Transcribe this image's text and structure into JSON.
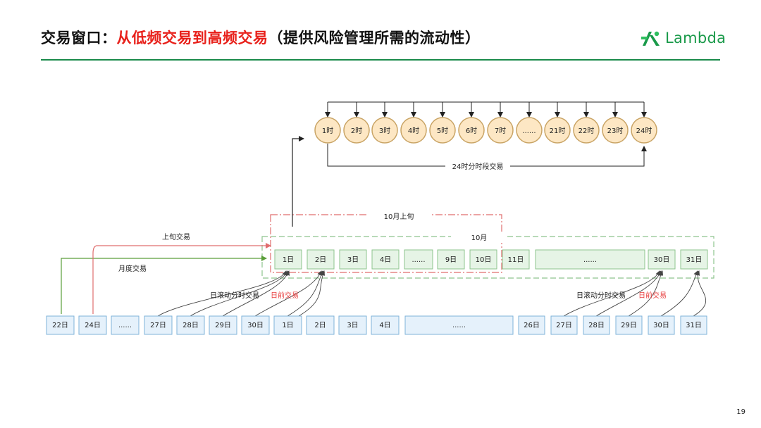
{
  "title": {
    "prefix": "交易窗口：",
    "highlight": "从低频交易到高频交易",
    "suffix": "（提供风险管理所需的流动性）"
  },
  "logo": {
    "text": "Lambda"
  },
  "page_number": "19",
  "colors": {
    "title_accent": "#e8201a",
    "brand_green": "#1a9a4a",
    "hour_fill": "#fde7c4",
    "hour_stroke": "#c9a465",
    "day_fill": "#e5f1fb",
    "day_stroke": "#7fb3d9",
    "month_fill": "#e6f4e6",
    "month_stroke": "#8ec48e",
    "dekad_stroke": "#e06d6d",
    "month_arrow": "#5a9e3a",
    "dekad_arrow": "#e06d6d",
    "red_note": "#e84040"
  },
  "hours": {
    "items": [
      "1时",
      "2时",
      "3时",
      "4时",
      "5时",
      "6时",
      "7时",
      "......",
      "21时",
      "22时",
      "23时",
      "24时"
    ],
    "caption": "24时分时段交易"
  },
  "dekad_box": {
    "label": "10月上旬"
  },
  "month_box": {
    "label": "10月",
    "items": [
      "1日",
      "2日",
      "3日",
      "4日",
      "......",
      "9日",
      "10日",
      "11日",
      "......",
      "30日",
      "31日"
    ]
  },
  "arrows": {
    "dekad_label": "上旬交易",
    "month_label": "月度交易"
  },
  "rolling": {
    "left_label": "日滚动分时交易",
    "left_red_label": "日前交易",
    "right_label": "日滚动分时交易",
    "right_red_label": "日前交易"
  },
  "bottom_row": {
    "items": [
      "22日",
      "24日",
      "......",
      "27日",
      "28日",
      "29日",
      "30日",
      "1日",
      "2日",
      "3日",
      "4日",
      "......",
      "26日",
      "27日",
      "28日",
      "29日",
      "30日",
      "31日"
    ]
  }
}
